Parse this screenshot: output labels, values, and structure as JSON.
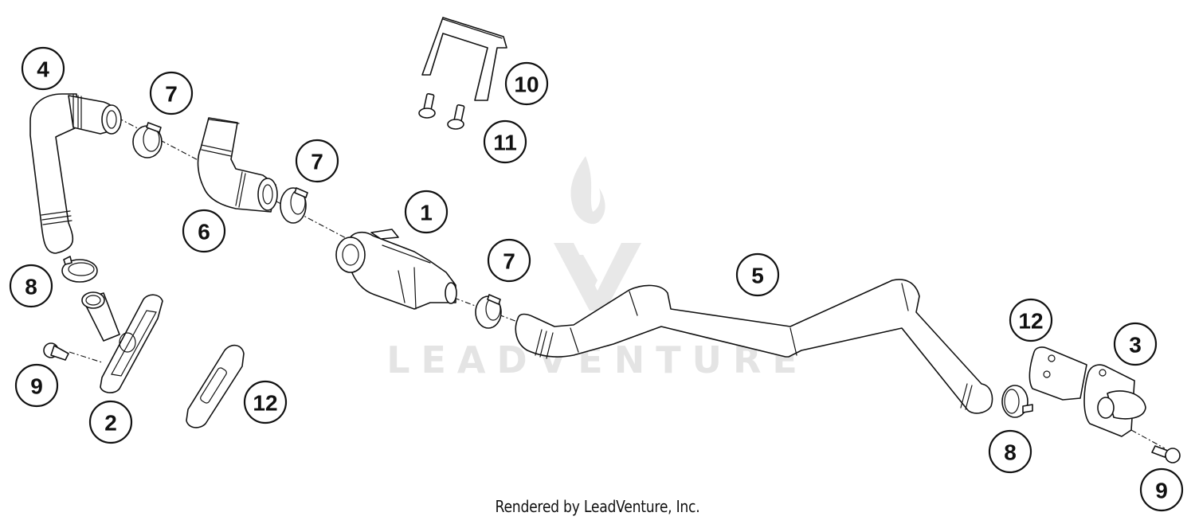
{
  "diagram": {
    "title": "Exploded parts diagram — coolant hoses and fittings",
    "watermark": {
      "brand_text": "LEADVENTURE",
      "logo": "flame-and-v-logo",
      "color": "#e4e4e4"
    },
    "credit_text": "Rendered by LeadVenture, Inc.",
    "ink_color": "#111111",
    "background_color": "#ffffff",
    "callouts": [
      {
        "id": "c4",
        "number": "4",
        "part": "upper-left-hose"
      },
      {
        "id": "c7a",
        "number": "7",
        "part": "hose-clamp"
      },
      {
        "id": "c7b",
        "number": "7",
        "part": "hose-clamp"
      },
      {
        "id": "c7c",
        "number": "7",
        "part": "hose-clamp"
      },
      {
        "id": "c6",
        "number": "6",
        "part": "elbow-hose"
      },
      {
        "id": "c1",
        "number": "1",
        "part": "valve-housing"
      },
      {
        "id": "c10",
        "number": "10",
        "part": "bracket"
      },
      {
        "id": "c11",
        "number": "11",
        "part": "bracket-bolts"
      },
      {
        "id": "c5",
        "number": "5",
        "part": "long-formed-hose"
      },
      {
        "id": "c8a",
        "number": "8",
        "part": "hose-clamp-large"
      },
      {
        "id": "c8b",
        "number": "8",
        "part": "hose-clamp-large"
      },
      {
        "id": "c9a",
        "number": "9",
        "part": "flange-bolt"
      },
      {
        "id": "c9b",
        "number": "9",
        "part": "flange-bolt"
      },
      {
        "id": "c2",
        "number": "2",
        "part": "outlet-fitting-flange"
      },
      {
        "id": "c3",
        "number": "3",
        "part": "inlet-fitting-flange"
      },
      {
        "id": "c12a",
        "number": "12",
        "part": "gasket"
      },
      {
        "id": "c12b",
        "number": "12",
        "part": "gasket"
      }
    ]
  }
}
